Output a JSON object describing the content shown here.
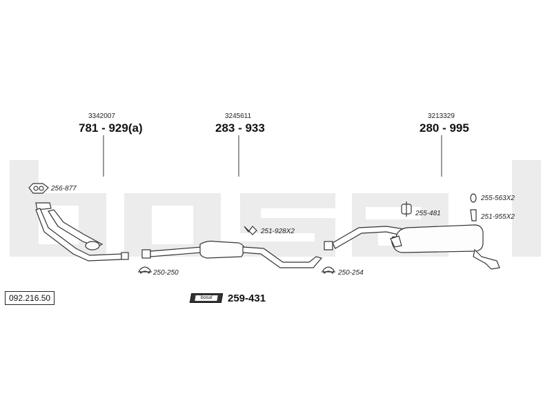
{
  "watermark": "bosal",
  "diagram_code": "092.216.50",
  "sections": [
    {
      "ref": "3342007",
      "part": "781 - 929(a)"
    },
    {
      "ref": "3245611",
      "part": "283 - 933"
    },
    {
      "ref": "3213329",
      "part": "280 - 995"
    }
  ],
  "accessories": [
    {
      "label": "256-877"
    },
    {
      "label": "250-250"
    },
    {
      "label": "251-928X2"
    },
    {
      "label": "250-254"
    },
    {
      "label": "255-481"
    },
    {
      "label": "255-563X2"
    },
    {
      "label": "251-955X2"
    }
  ],
  "mounting_kit": {
    "badge": "bosal",
    "part": "259-431"
  }
}
